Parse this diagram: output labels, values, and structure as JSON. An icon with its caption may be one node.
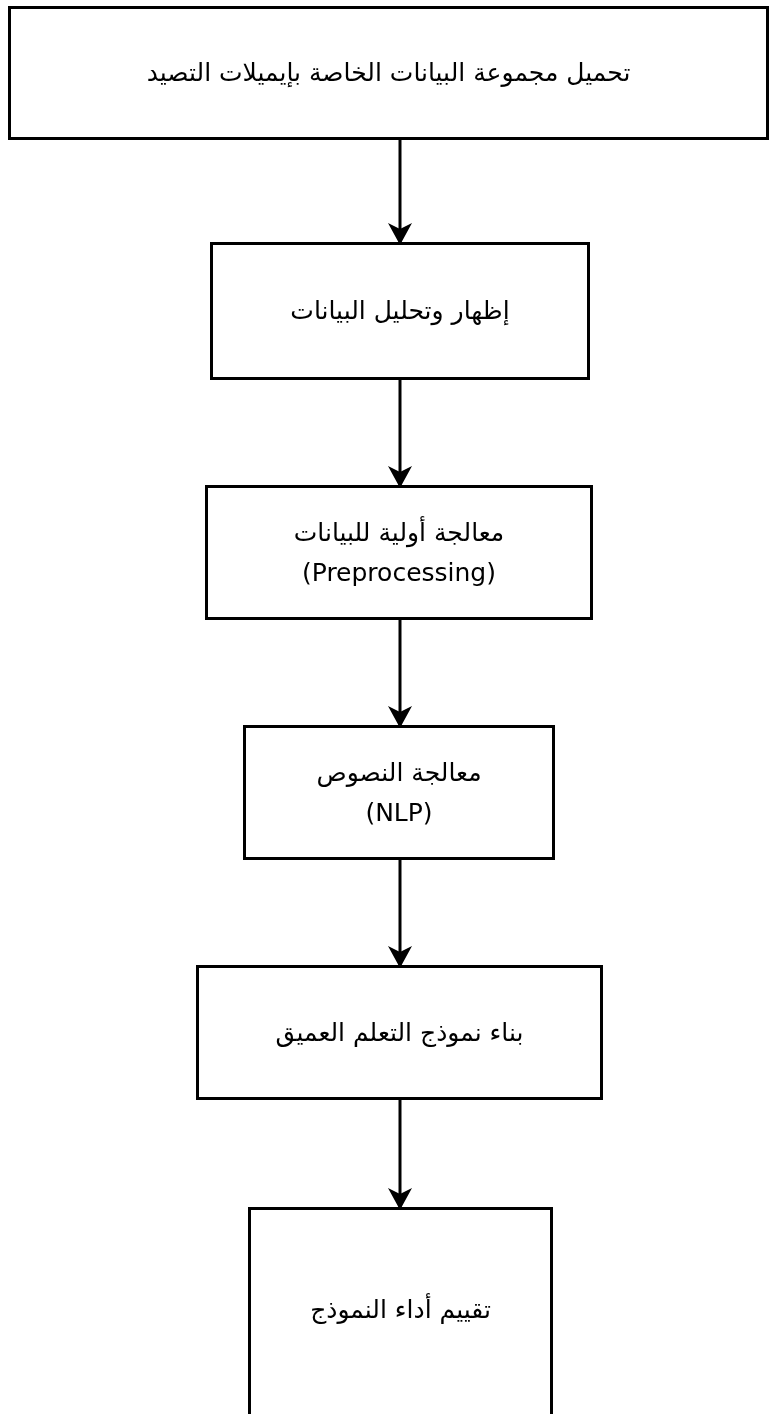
{
  "diagram": {
    "nodes": [
      {
        "text": [
          "تحميل مجموعة البيانات الخاصة بإيميلات التصيد"
        ]
      },
      {
        "text": [
          "إظهار وتحليل البيانات"
        ]
      },
      {
        "text": [
          "معالجة أولية للبيانات (Preprocessing)"
        ]
      },
      {
        "text": [
          "معالجة النصوص (NLP)"
        ]
      },
      {
        "text": [
          "بناء نموذج التعلم العميق"
        ]
      },
      {
        "text": [
          "تقييم أداء النموذج"
        ]
      }
    ],
    "edges": [
      {
        "from": 0,
        "to": 1,
        "arrow": "to"
      },
      {
        "from": 1,
        "to": 2,
        "arrow": "to"
      },
      {
        "from": 2,
        "to": 3,
        "arrow": "to"
      },
      {
        "from": 3,
        "to": 4,
        "arrow": "to"
      },
      {
        "from": 4,
        "to": 5,
        "arrow": "to"
      }
    ]
  }
}
